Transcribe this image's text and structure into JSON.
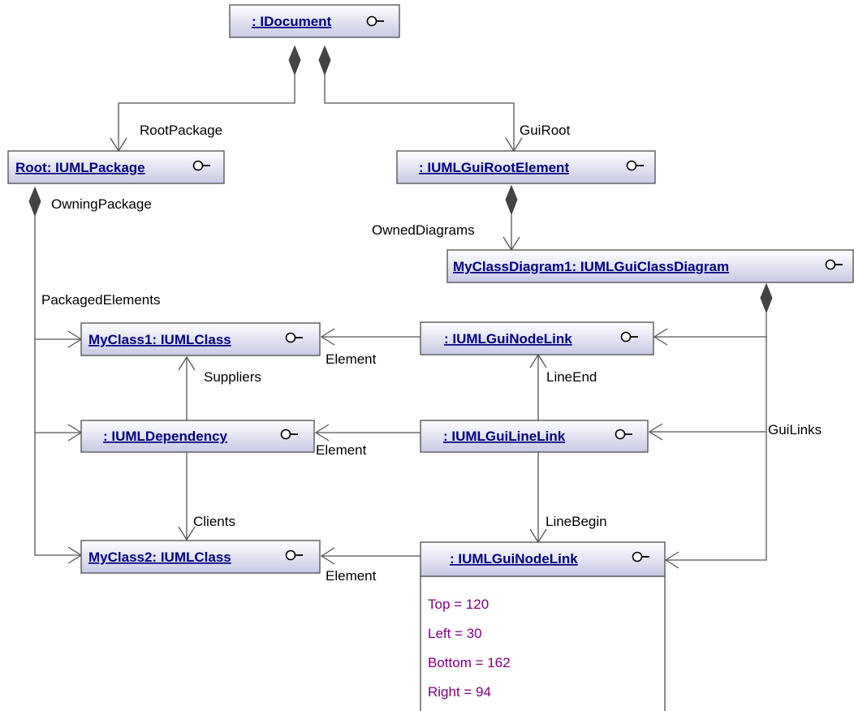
{
  "objects": {
    "idocument": ": IDocument",
    "root_package": "Root: IUMLPackage",
    "gui_root_element": ": IUMLGuiRootElement",
    "class_diagram": "MyClassDiagram1: IUMLGuiClassDiagram",
    "myclass1": "MyClass1: IUMLClass",
    "node_link_1": ": IUMLGuiNodeLink",
    "dependency": ": IUMLDependency",
    "line_link": ": IUMLGuiLineLink",
    "myclass2": "MyClass2: IUMLClass",
    "node_link_2": ": IUMLGuiNodeLink"
  },
  "edge_labels": {
    "root_package": "RootPackage",
    "gui_root": "GuiRoot",
    "owning_package": "OwningPackage",
    "owned_diagrams": "OwnedDiagrams",
    "packaged_elements": "PackagedElements",
    "element_1": "Element",
    "suppliers": "Suppliers",
    "line_end": "LineEnd",
    "element_2": "Element",
    "gui_links": "GuiLinks",
    "clients": "Clients",
    "line_begin": "LineBegin",
    "element_3": "Element"
  },
  "attributes": {
    "top": "Top = 120",
    "left": "Left = 30",
    "bottom": "Bottom = 162",
    "right": "Right = 94"
  },
  "icons": {
    "interface": "lollipop-interface-icon",
    "composition": "filled-diamond",
    "navigation": "open-arrowhead"
  },
  "colors": {
    "box_gradient_top": "#ffffff",
    "box_gradient_bottom": "#c8c8e6",
    "object_text": "#000080",
    "attribute_text": "#800080",
    "line": "#555555"
  }
}
